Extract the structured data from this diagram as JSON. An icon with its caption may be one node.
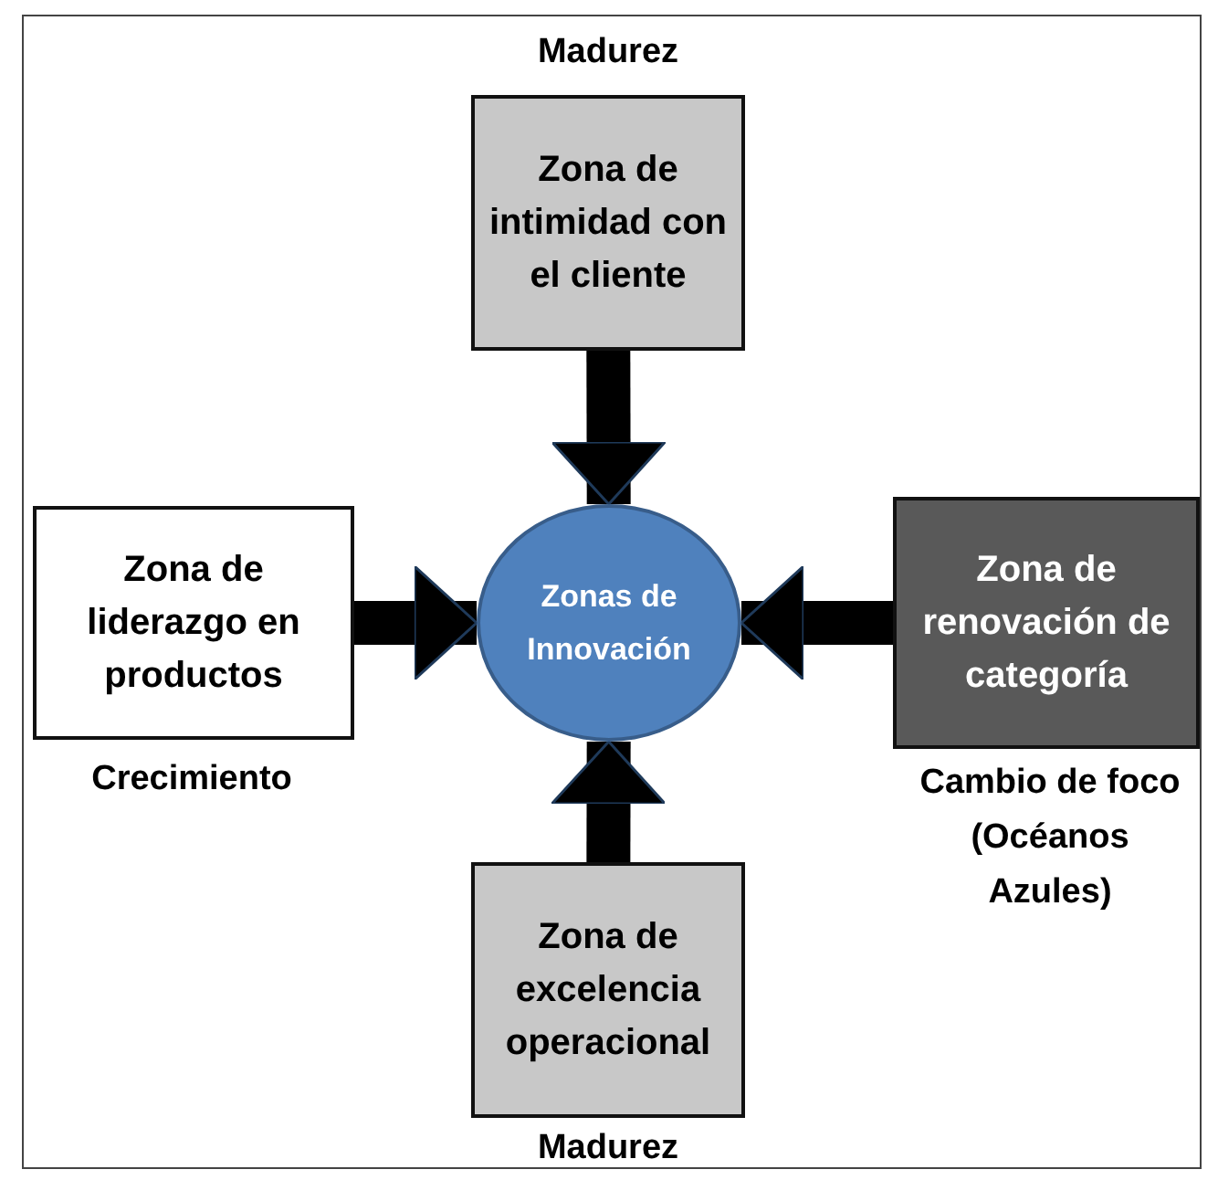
{
  "diagram": {
    "nodes": [
      {
        "text": [
          "Zona de intimidad con el cliente"
        ],
        "beside": [
          "Madurez"
        ]
      },
      {
        "text": [
          "Zona de liderazgo en productos"
        ],
        "beside": [
          "Crecimiento"
        ]
      },
      {
        "text": [
          "Zonas de Innovación"
        ]
      },
      {
        "text": [
          "Zona de renovación de categoría"
        ],
        "beside": [
          "Cambio de foco (Océanos Azules)"
        ]
      },
      {
        "text": [
          "Zona de excelencia operacional"
        ],
        "beside": [
          "Madurez"
        ]
      }
    ],
    "edges": [
      {
        "from": 0,
        "to": 2,
        "arrow": "to"
      },
      {
        "from": 1,
        "to": 2,
        "arrow": "to"
      },
      {
        "from": 3,
        "to": 2,
        "arrow": "to"
      },
      {
        "from": 4,
        "to": 2,
        "arrow": "to"
      }
    ]
  }
}
